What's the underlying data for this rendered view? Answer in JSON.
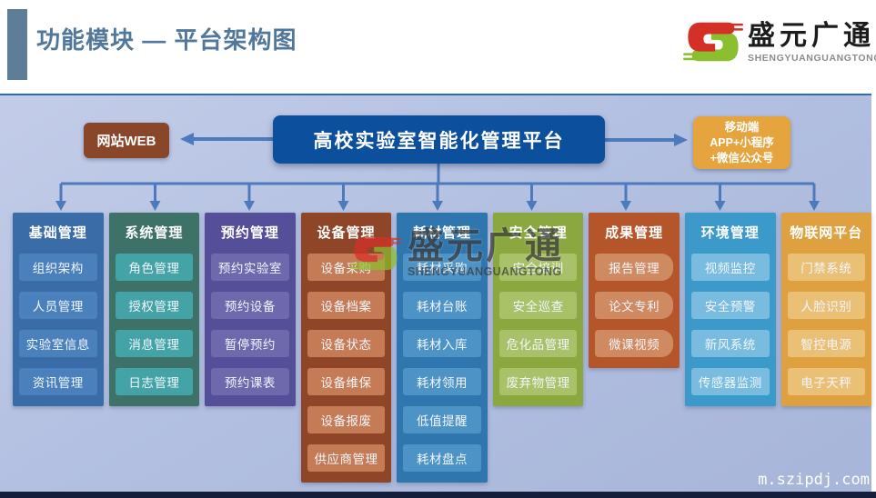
{
  "header": {
    "title": "功能模块 — 平台架构图",
    "logo": {
      "name": "盛元广通",
      "subtitle": "SHENGYUANGUANGTONG"
    }
  },
  "diagram": {
    "platform": {
      "label": "高校实验室智能化管理平台",
      "color": "#0c4f9d"
    },
    "web": {
      "label": "网站WEB",
      "color": "#8a4628"
    },
    "mobile": {
      "lines": [
        "移动端",
        "APP+小程序",
        "+微信公众号"
      ],
      "color": "#e6a43e"
    },
    "watermark": {
      "name": "盛元广通",
      "subtitle": "SHENGYUANGUANGTONG"
    },
    "footer_url": "m.szipdj.com",
    "colors": {
      "panel_background": "#b3c0e1",
      "panel_top_border": "#2e6cb0",
      "connector_line": "#4d7abd",
      "bottom_strip": "#151f3c",
      "logo_red": "#d43028",
      "logo_green": "#8cbf2f"
    },
    "columns": [
      {
        "title": "基础管理",
        "color": "#3a6da8",
        "item_color": "#4a80bc",
        "items": [
          "组织架构",
          "人员管理",
          "实验室信息",
          "资讯管理"
        ]
      },
      {
        "title": "系统管理",
        "color": "#3e7168",
        "item_color": "#43a3a6",
        "items": [
          "角色管理",
          "授权管理",
          "消息管理",
          "日志管理"
        ]
      },
      {
        "title": "预约管理",
        "color": "#554e98",
        "item_color": "#6e68ad",
        "items": [
          "预约实验室",
          "预约设备",
          "暂停预约",
          "预约课表"
        ]
      },
      {
        "title": "设备管理",
        "color": "#8f4628",
        "item_color": "#c57b55",
        "items": [
          "设备采购",
          "设备档案",
          "设备状态",
          "设备维保",
          "设备报废",
          "供应商管理"
        ]
      },
      {
        "title": "耗材管理",
        "color": "#3076ae",
        "item_color": "#4e93c5",
        "items": [
          "耗材采购",
          "耗材台账",
          "耗材入库",
          "耗材领用",
          "低值提醒",
          "耗材盘点"
        ]
      },
      {
        "title": "安全管理",
        "color": "#8ba73f",
        "item_color": "#a9c168",
        "items": [
          "安全培训",
          "安全巡查",
          "危化品管理",
          "废弃物管理"
        ]
      },
      {
        "title": "成果管理",
        "color": "#b5562a",
        "item_color": "#d08a62",
        "notched": true,
        "items": [
          "报告管理",
          "论文专利",
          "微课视频"
        ]
      },
      {
        "title": "环境管理",
        "color": "#3c9acb",
        "item_color": "#79bcdf",
        "items": [
          "视频监控",
          "安全预警",
          "新风系统",
          "传感器监测"
        ]
      },
      {
        "title": "物联网平台",
        "color": "#dfa13f",
        "item_color": "#eac077",
        "items": [
          "门禁系统",
          "人脸识别",
          "智控电源",
          "电子天秤"
        ]
      }
    ]
  }
}
